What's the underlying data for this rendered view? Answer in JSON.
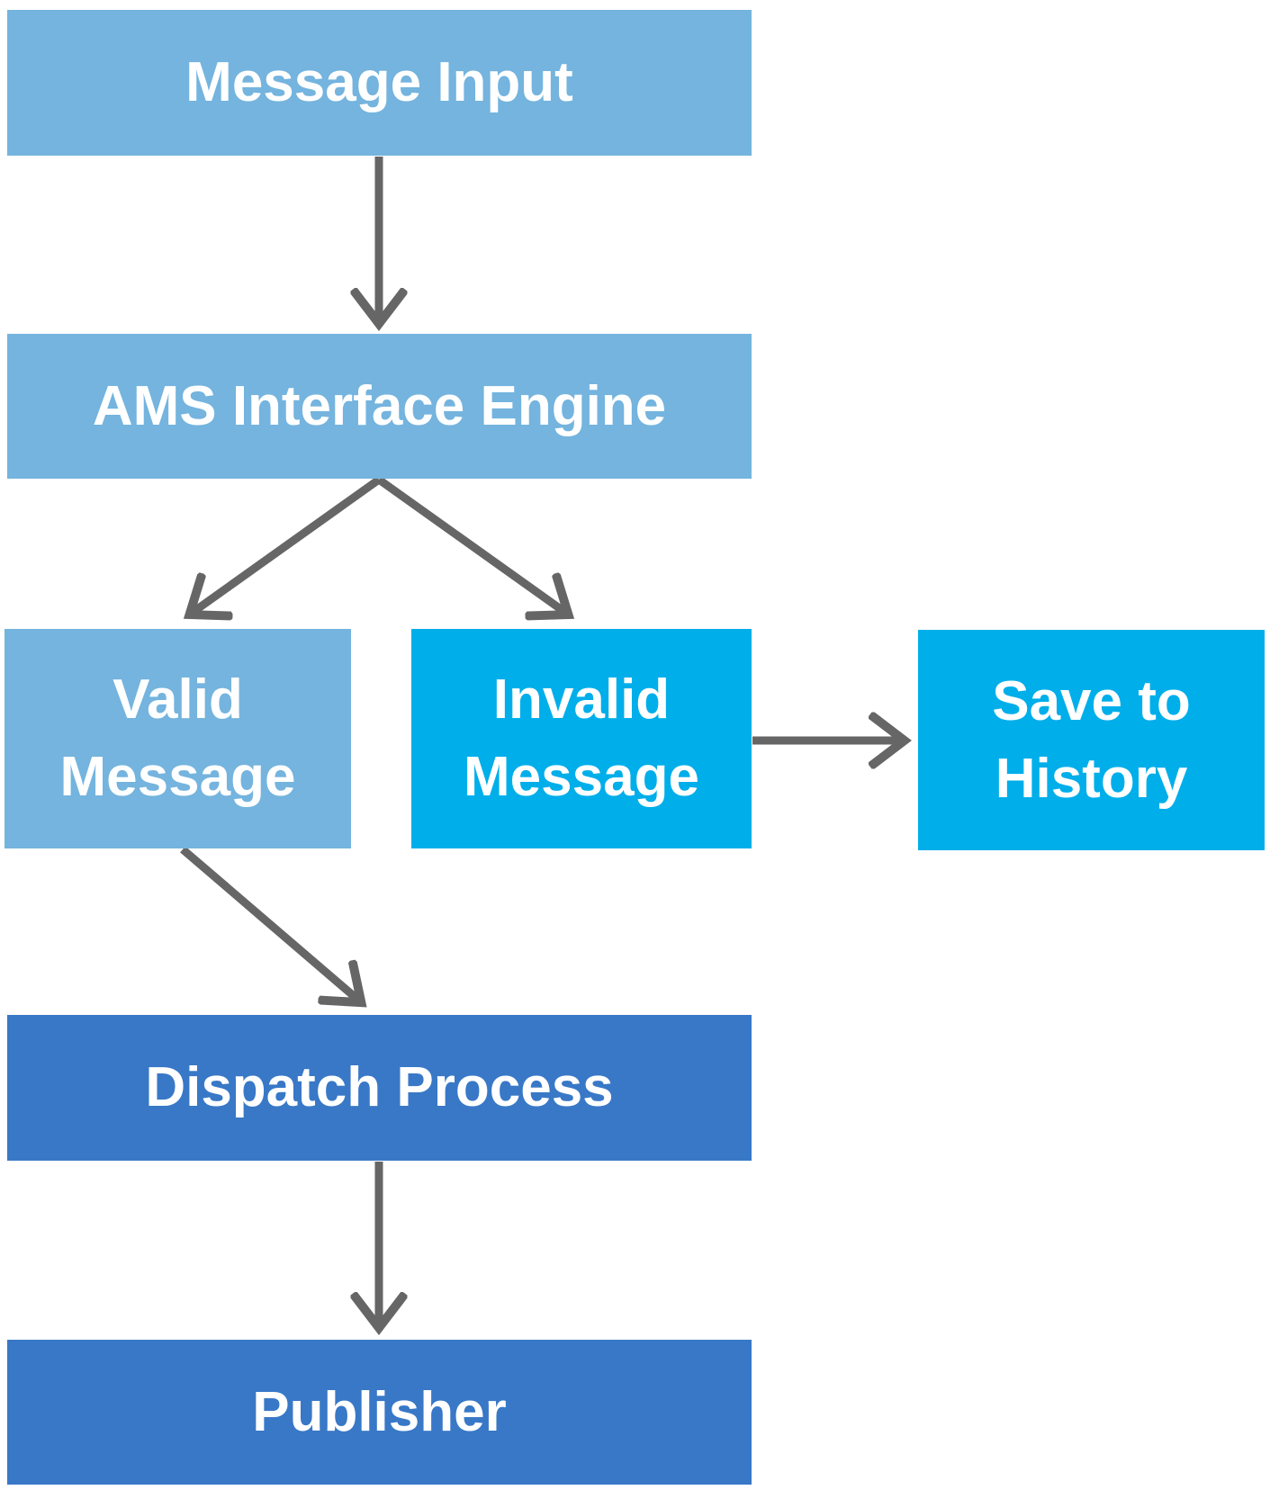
{
  "diagram": {
    "nodes": [
      {
        "id": "message-input",
        "label": "Message Input",
        "variant": "light"
      },
      {
        "id": "ams-interface-engine",
        "label": "AMS Interface Engine",
        "variant": "light"
      },
      {
        "id": "valid-message",
        "label": "Valid Message",
        "variant": "light"
      },
      {
        "id": "invalid-message",
        "label": "Invalid Message",
        "variant": "cyan"
      },
      {
        "id": "save-to-history",
        "label": "Save to History",
        "variant": "cyan"
      },
      {
        "id": "dispatch-process",
        "label": "Dispatch Process",
        "variant": "dark"
      },
      {
        "id": "publisher",
        "label": "Publisher",
        "variant": "dark"
      }
    ],
    "edges": [
      {
        "from": "message-input",
        "to": "ams-interface-engine"
      },
      {
        "from": "ams-interface-engine",
        "to": "valid-message"
      },
      {
        "from": "ams-interface-engine",
        "to": "invalid-message"
      },
      {
        "from": "invalid-message",
        "to": "save-to-history"
      },
      {
        "from": "valid-message",
        "to": "dispatch-process"
      },
      {
        "from": "dispatch-process",
        "to": "publisher"
      }
    ]
  },
  "colors": {
    "light_blue": "#74B4DE",
    "cyan": "#00AEEA",
    "dark_blue": "#3878C7",
    "arrow_gray": "#666666",
    "text_white": "#FFFFFF",
    "background": "#FFFFFF"
  }
}
